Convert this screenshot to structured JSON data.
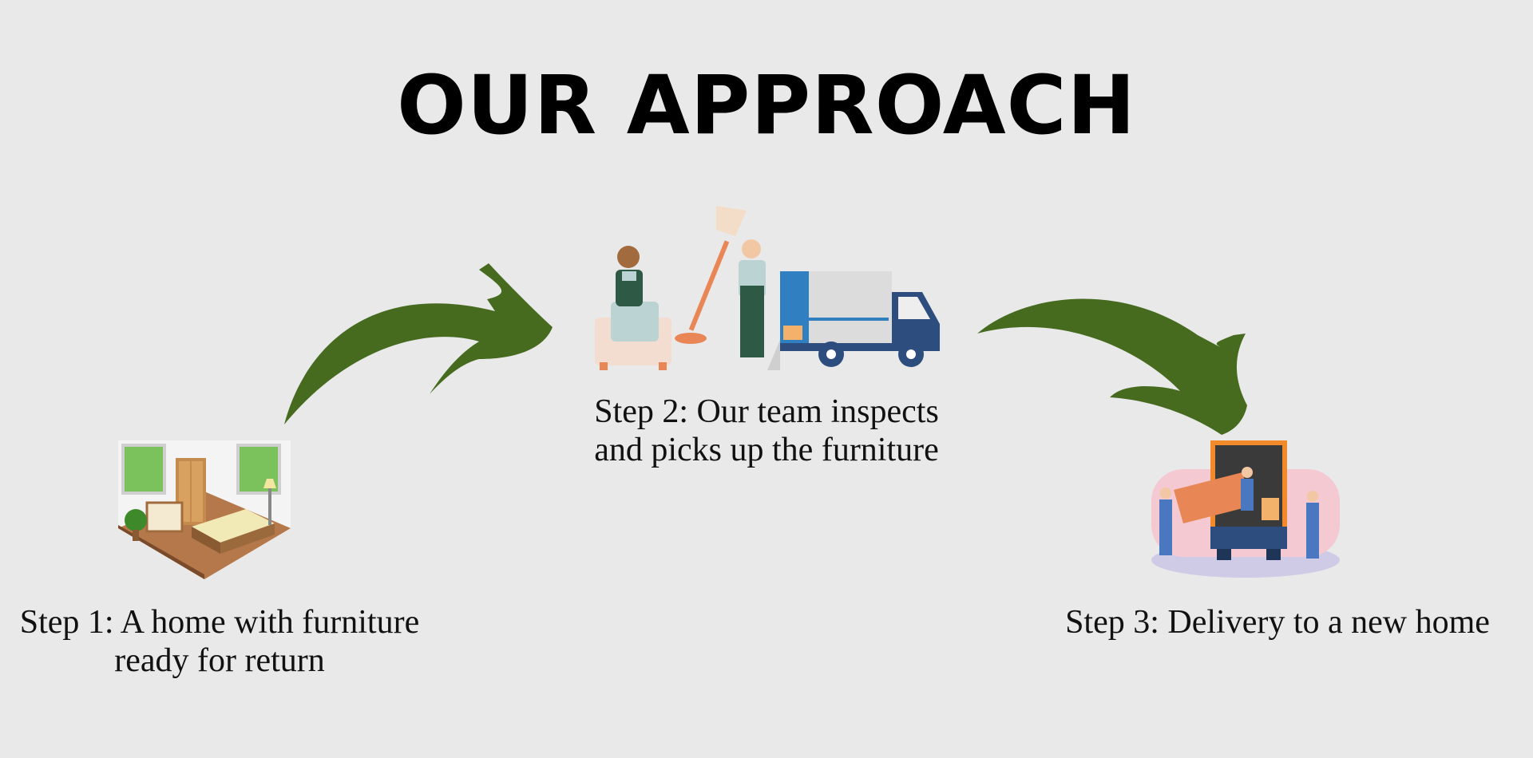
{
  "title": "OUR APPROACH",
  "colors": {
    "background": "#e9e9e9",
    "arrow": "#466b1f",
    "truck_blue": "#2c4d7d",
    "worker_green": "#2e5a45",
    "accent_orange": "#e88755"
  },
  "steps": [
    {
      "label_lines": [
        "Step 1: A home with furniture",
        "ready for return"
      ],
      "icon": "bedroom-illustration"
    },
    {
      "label_lines": [
        "Step 2: Our team inspects",
        "and picks up the furniture"
      ],
      "icon": "movers-truck-illustration"
    },
    {
      "label_lines": [
        "Step 3: Delivery to a new home"
      ],
      "icon": "delivery-illustration"
    }
  ],
  "arrows": [
    {
      "from": "step-1",
      "to": "step-2",
      "icon": "curved-arrow-right-icon"
    },
    {
      "from": "step-2",
      "to": "step-3",
      "icon": "curved-arrow-down-icon"
    }
  ]
}
